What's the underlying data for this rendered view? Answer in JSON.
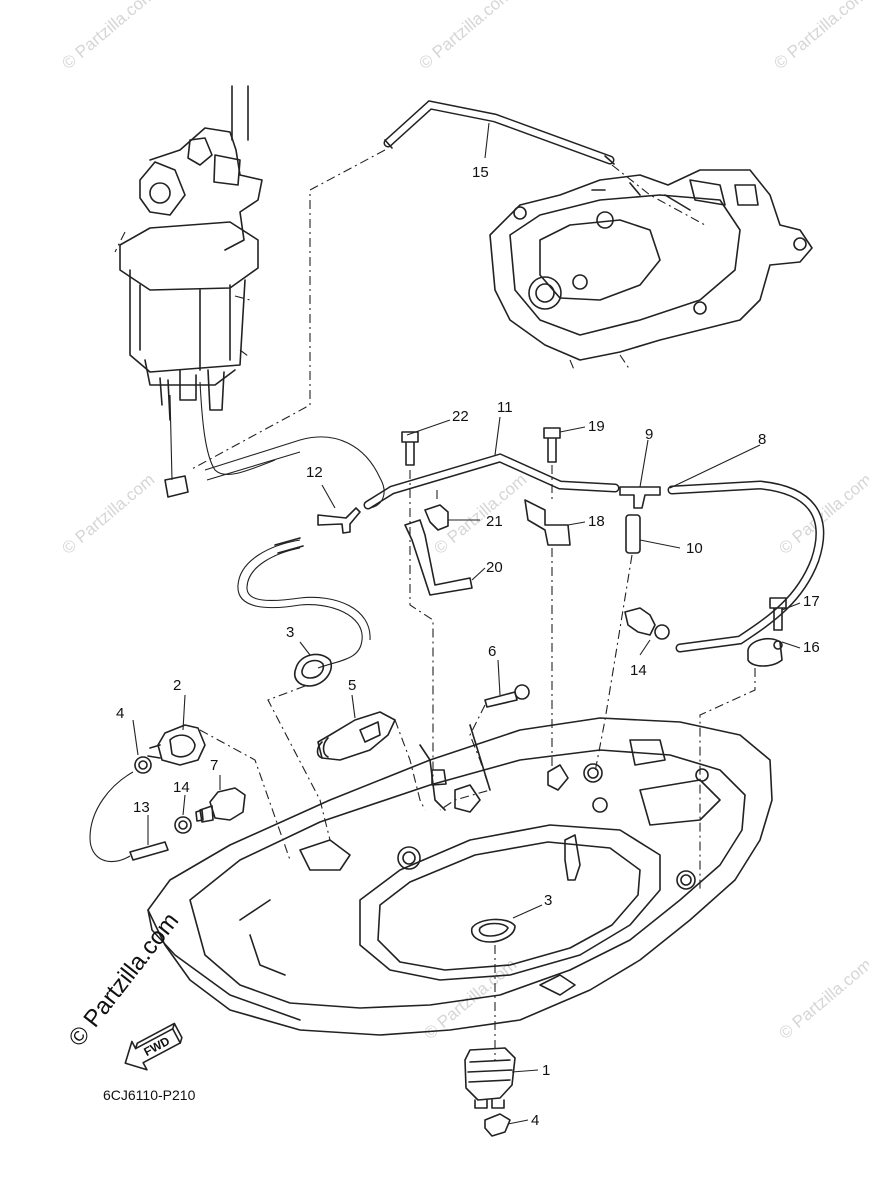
{
  "diagram": {
    "diagram_code": "6CJ6110-P210",
    "watermark_text": "© Partzilla.com",
    "forward_label": "FWD",
    "callouts": [
      {
        "id": "c1",
        "text": "1"
      },
      {
        "id": "c2",
        "text": "2"
      },
      {
        "id": "c3a",
        "text": "3"
      },
      {
        "id": "c3b",
        "text": "3"
      },
      {
        "id": "c4a",
        "text": "4"
      },
      {
        "id": "c4b",
        "text": "4"
      },
      {
        "id": "c5",
        "text": "5"
      },
      {
        "id": "c6",
        "text": "6"
      },
      {
        "id": "c7",
        "text": "7"
      },
      {
        "id": "c8",
        "text": "8"
      },
      {
        "id": "c9",
        "text": "9"
      },
      {
        "id": "c10",
        "text": "10"
      },
      {
        "id": "c11",
        "text": "11"
      },
      {
        "id": "c12",
        "text": "12"
      },
      {
        "id": "c13",
        "text": "13"
      },
      {
        "id": "c14a",
        "text": "14"
      },
      {
        "id": "c14b",
        "text": "14"
      },
      {
        "id": "c15",
        "text": "15"
      },
      {
        "id": "c16",
        "text": "16"
      },
      {
        "id": "c17",
        "text": "17"
      },
      {
        "id": "c18",
        "text": "18"
      },
      {
        "id": "c19",
        "text": "19"
      },
      {
        "id": "c20",
        "text": "20"
      },
      {
        "id": "c21",
        "text": "21"
      },
      {
        "id": "c22",
        "text": "22"
      }
    ]
  }
}
